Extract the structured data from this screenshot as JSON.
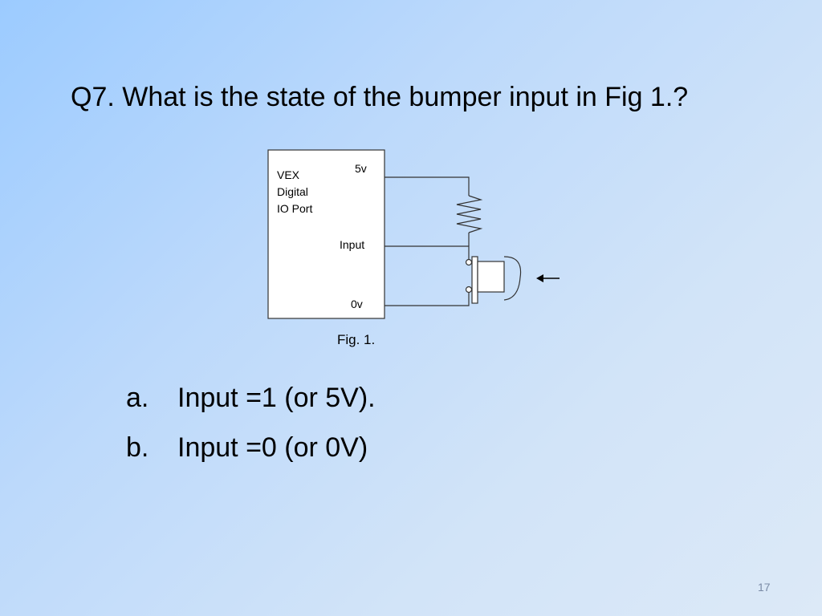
{
  "slide": {
    "question": "Q7. What is the state of the bumper input in Fig 1.?",
    "page_number": "17"
  },
  "figure": {
    "port_label_line1": "VEX",
    "port_label_line2": "Digital",
    "port_label_line3": "IO Port",
    "pin_5v": "5v",
    "pin_input": "Input",
    "pin_0v": "0v",
    "caption": "Fig. 1."
  },
  "answers": [
    {
      "marker": "a.",
      "text": "Input =1 (or 5V)."
    },
    {
      "marker": "b.",
      "text": "Input =0 (or 0V)"
    }
  ]
}
